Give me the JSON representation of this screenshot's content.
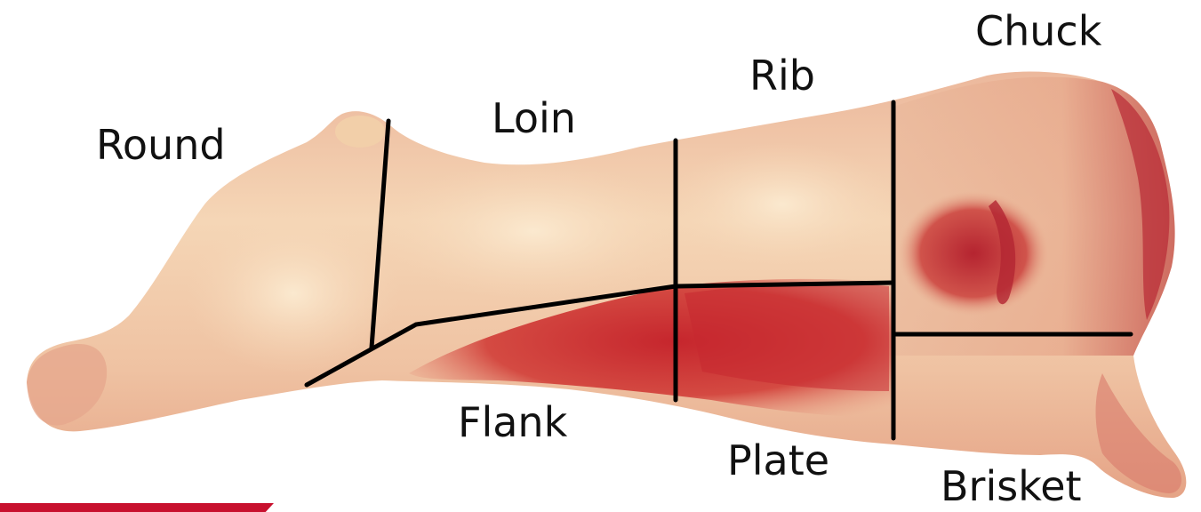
{
  "diagram": {
    "labels": {
      "round": "Round",
      "loin": "Loin",
      "rib": "Rib",
      "chuck": "Chuck",
      "flank": "Flank",
      "plate": "Plate",
      "brisket": "Brisket"
    },
    "colors": {
      "meat_light": "#f3cfae",
      "meat_mid": "#e8a587",
      "meat_red": "#cf3a36",
      "meat_dark": "#b21f2b",
      "cut_line": "#000000",
      "accent": "#c8102e"
    }
  }
}
